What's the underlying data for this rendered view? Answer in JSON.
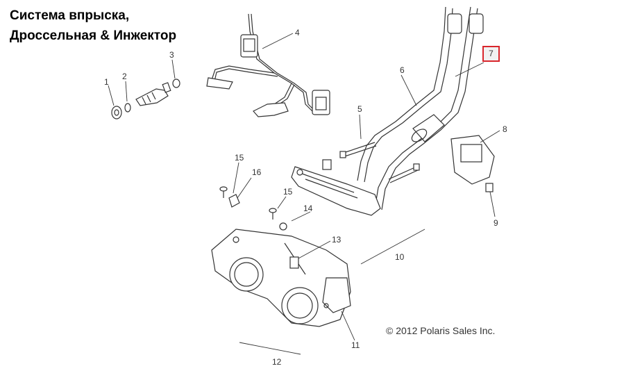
{
  "title": {
    "line1": "Система впрыска,",
    "line2": "Дроссельная & Инжектор"
  },
  "callouts": [
    "1",
    "2",
    "3",
    "4",
    "5",
    "6",
    "7",
    "8",
    "9",
    "10",
    "11",
    "12",
    "13",
    "14",
    "15",
    "15",
    "16"
  ],
  "highlighted_callout": "7",
  "copyright": "© 2012 Polaris Sales Inc.",
  "colors": {
    "highlight_border": "#d9262c",
    "line": "#333333"
  }
}
